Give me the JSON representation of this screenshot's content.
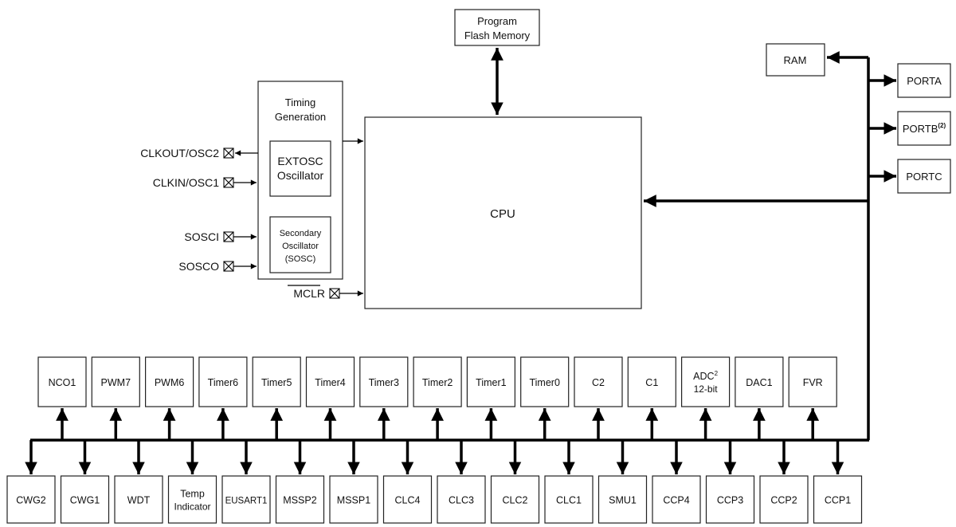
{
  "diagram": {
    "flash": [
      "Program",
      "Flash Memory"
    ],
    "cpu": "CPU",
    "ram": "RAM",
    "ports": [
      {
        "name": "PORTA",
        "sup": ""
      },
      {
        "name": "PORTB",
        "sup": "(2)"
      },
      {
        "name": "PORTC",
        "sup": ""
      }
    ],
    "timing": [
      "Timing",
      "Generation"
    ],
    "extosc": [
      "EXTOSC",
      "Oscillator"
    ],
    "sosc": [
      "Secondary",
      "Oscillator",
      "(SOSC)"
    ],
    "pins": {
      "clkout": "CLKOUT/OSC2",
      "clkin": "CLKIN/OSC1",
      "sosci": "SOSCI",
      "sosco": "SOSCO",
      "mclr": "MCLR"
    },
    "top_row": [
      {
        "label": "NCO1"
      },
      {
        "label": "PWM7"
      },
      {
        "label": "PWM6"
      },
      {
        "label": "Timer6"
      },
      {
        "label": "Timer5"
      },
      {
        "label": "Timer4"
      },
      {
        "label": "Timer3"
      },
      {
        "label": "Timer2"
      },
      {
        "label": "Timer1"
      },
      {
        "label": "Timer0"
      },
      {
        "label": "C2"
      },
      {
        "label": "C1"
      },
      {
        "label": "ADC",
        "sup": "2",
        "line2": "12-bit"
      },
      {
        "label": "DAC1"
      },
      {
        "label": "FVR"
      }
    ],
    "bottom_row": [
      {
        "label": "CWG2"
      },
      {
        "label": "CWG1"
      },
      {
        "label": "WDT"
      },
      {
        "label": "Temp",
        "line2": "Indicator"
      },
      {
        "label": "EUSART1"
      },
      {
        "label": "MSSP2"
      },
      {
        "label": "MSSP1"
      },
      {
        "label": "CLC4"
      },
      {
        "label": "CLC3"
      },
      {
        "label": "CLC2"
      },
      {
        "label": "CLC1"
      },
      {
        "label": "SMU1"
      },
      {
        "label": "CCP4"
      },
      {
        "label": "CCP3"
      },
      {
        "label": "CCP2"
      },
      {
        "label": "CCP1"
      }
    ]
  }
}
